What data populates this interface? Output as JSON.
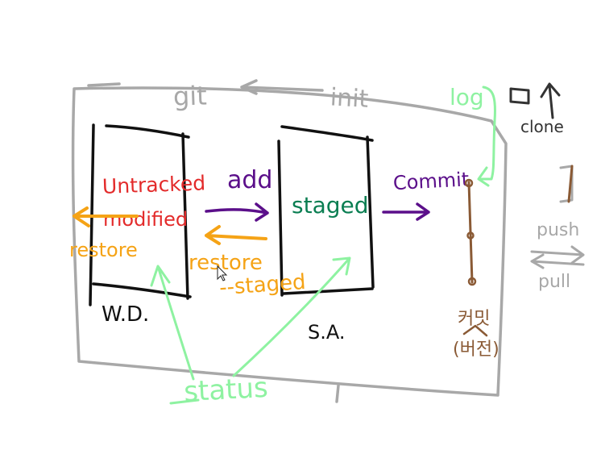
{
  "diagram": {
    "labels": {
      "git": "git",
      "init": "init",
      "log": "log",
      "clone": "clone",
      "untracked": "Untracked",
      "modified": "modified",
      "restore_left": "restore",
      "add": "add",
      "restore_staged_1": "restore",
      "restore_staged_2": "--staged",
      "staged": "staged",
      "commit": "Commit",
      "wd": "W.D.",
      "sa": "S.A.",
      "status": "status",
      "push": "push",
      "pull": "pull",
      "commit_ko_1": "커밋",
      "commit_ko_2": "(버전)"
    },
    "colors": {
      "frame": "#a8a8a8",
      "box": "#111111",
      "untracked": "#e32b2b",
      "orange": "#f5a316",
      "purple": "#5b0f8a",
      "staged": "#0a7e52",
      "green": "#8ef2a1",
      "brown": "#8a5a35",
      "gray_text": "#9a9a9a",
      "dark": "#333333"
    }
  }
}
